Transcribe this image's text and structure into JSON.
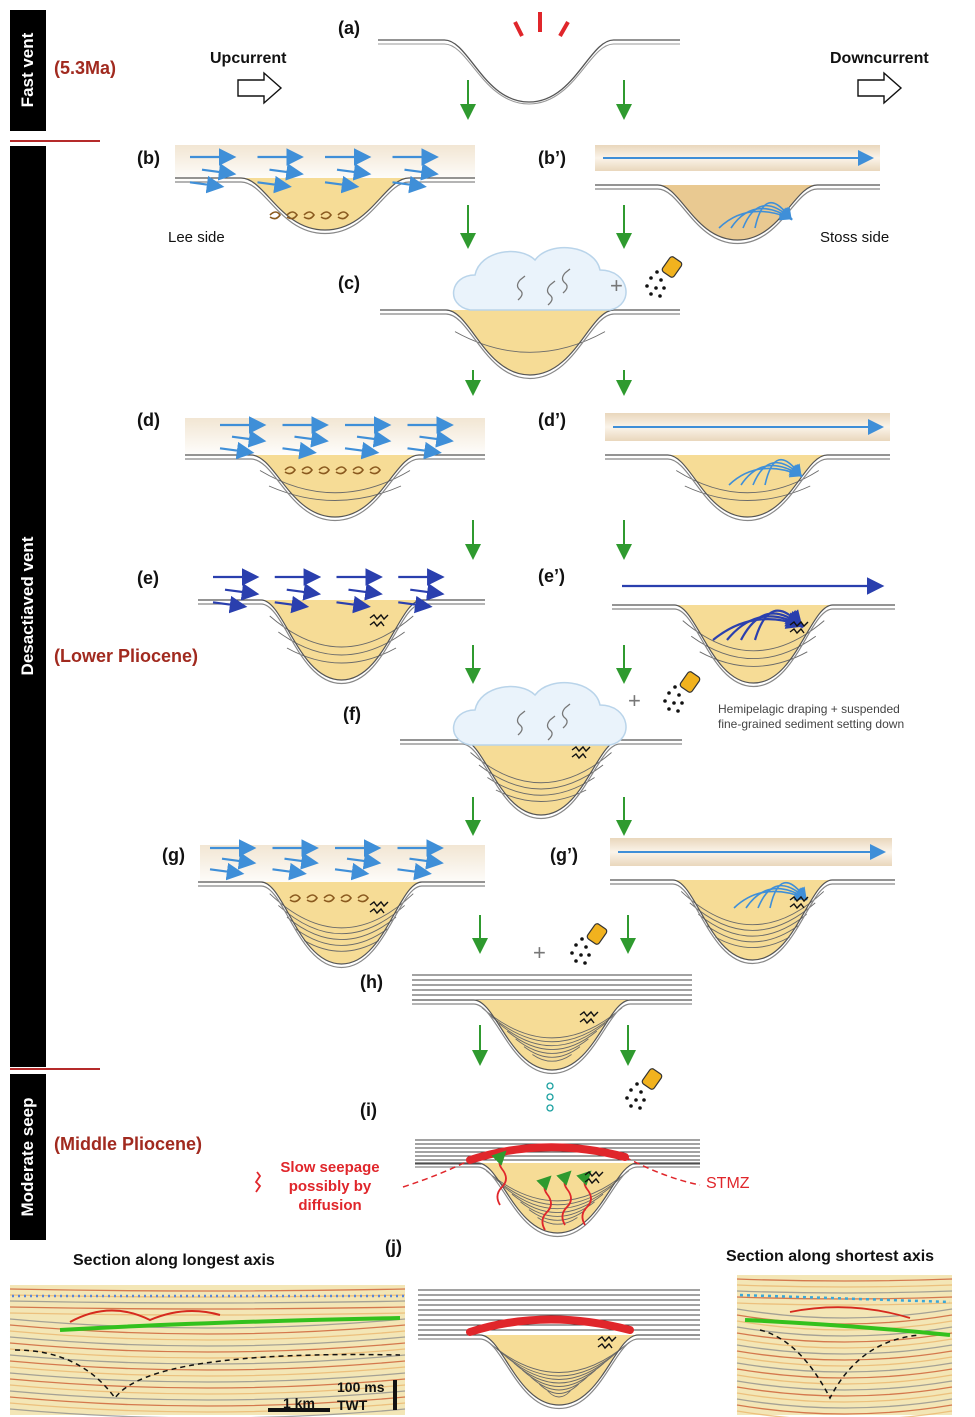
{
  "sidebar": {
    "fast": "Fast  vent",
    "deactivated": "Desactiaved  vent",
    "moderate": "Moderate seep"
  },
  "eras": {
    "fast": "(5.3Ma)",
    "lower": "(Lower Pliocene)",
    "middle": "(Middle Pliocene)"
  },
  "directions": {
    "up": "Upcurrent",
    "down": "Downcurrent"
  },
  "sides": {
    "lee": "Lee side",
    "stoss": "Stoss side"
  },
  "panels": {
    "a": "(a)",
    "b": "(b)",
    "b2": "(b’)",
    "c": "(c)",
    "d": "(d)",
    "d2": "(d’)",
    "e": "(e)",
    "e2": "(e’)",
    "f": "(f)",
    "g": "(g)",
    "g2": "(g’)",
    "h": "(h)",
    "i": "(i)",
    "j": "(j)"
  },
  "notes": {
    "hemipelagic_1": "Hemipelagic draping + suspended",
    "hemipelagic_2": "fine-grained sediment setting down",
    "seepage_1": "Slow seepage",
    "seepage_2": "possibly by",
    "seepage_3": "diffusion",
    "stmz": "STMZ"
  },
  "sections": {
    "longest": "Section along longest axis",
    "shortest": "Section along shortest axis"
  },
  "scalebar": {
    "distance": "1 km",
    "time": "100 ms",
    "time_unit": "TWT"
  },
  "colors": {
    "sediment": "#f6dc96",
    "current_light": "#3f8fd8",
    "current_dark": "#2a3fae",
    "flow_arrow": "#2f9a2f",
    "era_text": "#a12a1f",
    "seep_red": "#e0262b"
  },
  "icons": [
    "eruption-icon",
    "upcurrent-arrow-icon",
    "downcurrent-arrow-icon",
    "sediment-bucket-icon",
    "bubble-icon",
    "seepage-squiggle-icon"
  ]
}
